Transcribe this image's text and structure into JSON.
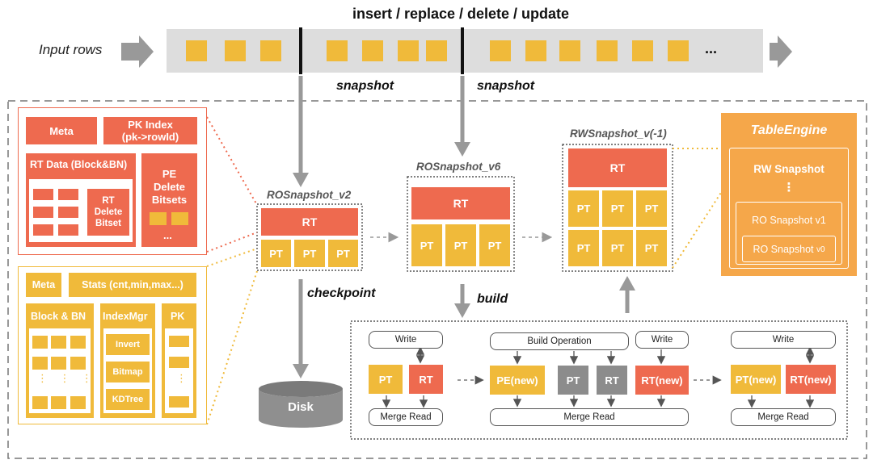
{
  "header": {
    "title": "insert / replace / delete / update",
    "input_rows": "Input rows",
    "ellipsis": "...",
    "snapshot1": "snapshot",
    "snapshot2": "snapshot"
  },
  "rt_structure": {
    "meta": "Meta",
    "pk_index": "PK Index",
    "pk_index_sub": "(pk->rowId)",
    "rt_data": "RT Data (Block&BN)",
    "rt_delete_bitset": [
      "RT",
      "Delete",
      "Bitset"
    ],
    "pe_delete_bitsets": [
      "PE",
      "Delete",
      "Bitsets"
    ],
    "ellipsis": "..."
  },
  "pt_structure": {
    "meta": "Meta",
    "stats": "Stats (cnt,min,max...)",
    "block_bn": "Block & BN",
    "index_mgr": "IndexMgr",
    "index_items": [
      "Invert",
      "Bitmap",
      "KDTree"
    ],
    "pk": "PK"
  },
  "snapshots": {
    "ro_v2": {
      "label": "ROSnapshot_v2",
      "rt": "RT",
      "pt": [
        "PT",
        "PT",
        "PT"
      ]
    },
    "ro_v6": {
      "label": "ROSnapshot_v6",
      "rt": "RT",
      "pt": [
        "PT",
        "PT",
        "PT"
      ]
    },
    "rw": {
      "label": "RWSnapshot_v(-1)",
      "rt": "RT",
      "pt": [
        "PT",
        "PT",
        "PT",
        "PT",
        "PT",
        "PT"
      ]
    }
  },
  "table_engine": {
    "title": "TableEngine",
    "rw_snapshot": "RW Snapshot",
    "dots": "⋮",
    "ro_v1": "RO Snapshot v1",
    "ro_v0": "RO Snapshot",
    "ro_v0_sub": "v0"
  },
  "flow": {
    "checkpoint": "checkpoint",
    "disk": "Disk",
    "build": "build"
  },
  "build": {
    "write1": "Write",
    "pt1": "PT",
    "rt1": "RT",
    "merge1": "Merge Read",
    "build_op": "Build Operation",
    "write2": "Write",
    "pe_new": "PE(new)",
    "pt2": "PT",
    "rt2": "RT",
    "rt_new": "RT(new)",
    "merge2": "Merge Read",
    "write3": "Write",
    "pt_new": "PT(new)",
    "rt_new2": "RT(new)",
    "merge3": "Merge Read"
  },
  "colors": {
    "red": "#EE6A4F",
    "yellow": "#F0BA3A",
    "gray": "#8C8C8C",
    "table_engine": "#F5A74A"
  }
}
